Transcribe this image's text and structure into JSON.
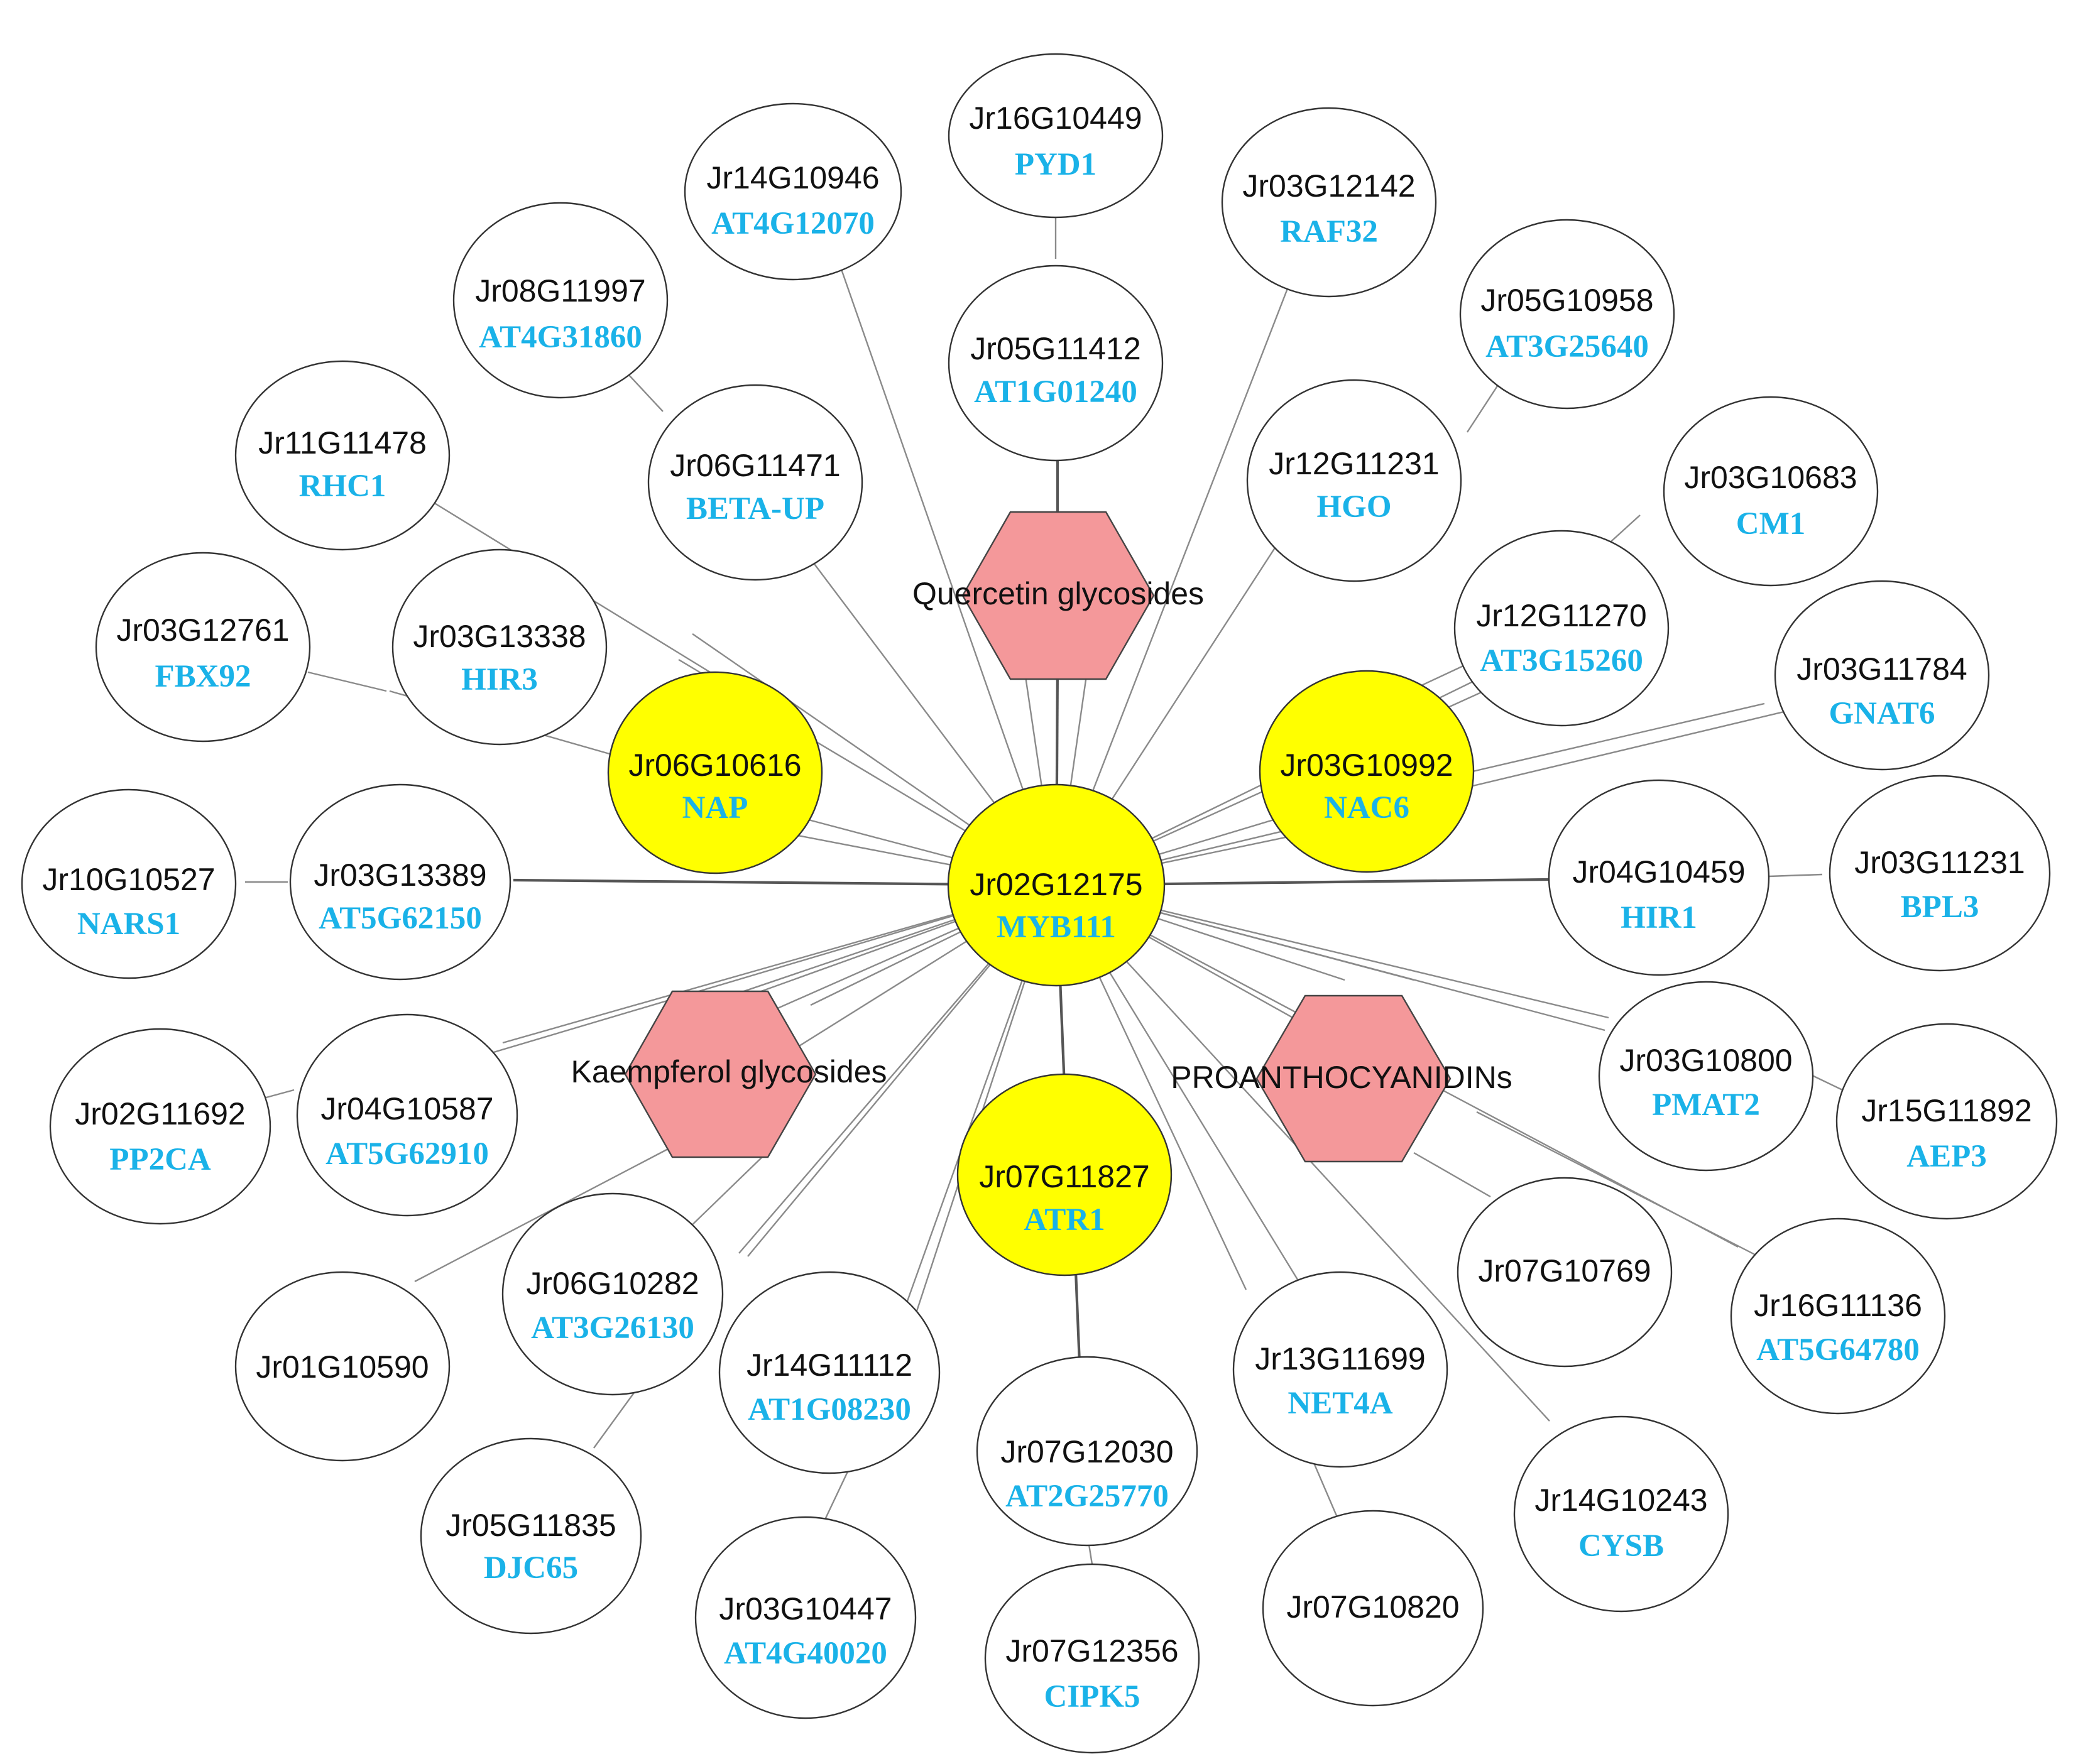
{
  "colors": {
    "hub_fill": "#ffff00",
    "metabolite_fill": "#f4989a",
    "gene_fill": "#ffffff",
    "symbol_text": "#1ab2e8",
    "id_text": "#111111"
  },
  "hub": {
    "id": "Jr02G12175",
    "symbol": "MYB111"
  },
  "tf_hubs": [
    {
      "id": "Jr06G10616",
      "symbol": "NAP"
    },
    {
      "id": "Jr03G10992",
      "symbol": "NAC6"
    },
    {
      "id": "Jr07G11827",
      "symbol": "ATR1"
    }
  ],
  "metabolites": [
    {
      "name": "Quercetin glycosides",
      "icon": "hexagon"
    },
    {
      "name": "Kaempferol glycosides",
      "icon": "hexagon"
    },
    {
      "name": "PROANTHOCYANIDINs",
      "icon": "hexagon"
    }
  ],
  "genes": [
    {
      "id": "Jr16G10449",
      "symbol": "PYD1"
    },
    {
      "id": "Jr05G11412",
      "symbol": "AT1G01240"
    },
    {
      "id": "Jr14G10946",
      "symbol": "AT4G12070"
    },
    {
      "id": "Jr03G12142",
      "symbol": "RAF32"
    },
    {
      "id": "Jr08G11997",
      "symbol": "AT4G31860"
    },
    {
      "id": "Jr05G10958",
      "symbol": "AT3G25640"
    },
    {
      "id": "Jr06G11471",
      "symbol": "BETA-UP"
    },
    {
      "id": "Jr12G11231",
      "symbol": "HGO"
    },
    {
      "id": "Jr11G11478",
      "symbol": "RHC1"
    },
    {
      "id": "Jr03G10683",
      "symbol": "CM1"
    },
    {
      "id": "Jr03G13338",
      "symbol": "HIR3"
    },
    {
      "id": "Jr12G11270",
      "symbol": "AT3G15260"
    },
    {
      "id": "Jr03G12761",
      "symbol": "FBX92"
    },
    {
      "id": "Jr03G11784",
      "symbol": "GNAT6"
    },
    {
      "id": "Jr10G10527",
      "symbol": "NARS1"
    },
    {
      "id": "Jr03G13389",
      "symbol": "AT5G62150"
    },
    {
      "id": "Jr04G10459",
      "symbol": "HIR1"
    },
    {
      "id": "Jr03G11231",
      "symbol": "BPL3"
    },
    {
      "id": "Jr02G11692",
      "symbol": "PP2CA"
    },
    {
      "id": "Jr04G10587",
      "symbol": "AT5G62910"
    },
    {
      "id": "Jr03G10800",
      "symbol": "PMAT2"
    },
    {
      "id": "Jr15G11892",
      "symbol": "AEP3"
    },
    {
      "id": "Jr07G10769",
      "symbol": ""
    },
    {
      "id": "Jr16G11136",
      "symbol": "AT5G64780"
    },
    {
      "id": "Jr06G10282",
      "symbol": "AT3G26130"
    },
    {
      "id": "Jr01G10590",
      "symbol": ""
    },
    {
      "id": "Jr14G11112",
      "symbol": "AT1G08230"
    },
    {
      "id": "Jr13G11699",
      "symbol": "NET4A"
    },
    {
      "id": "Jr07G12030",
      "symbol": "AT2G25770"
    },
    {
      "id": "Jr05G11835",
      "symbol": "DJC65"
    },
    {
      "id": "Jr14G10243",
      "symbol": "CYSB"
    },
    {
      "id": "Jr03G10447",
      "symbol": "AT4G40020"
    },
    {
      "id": "Jr07G12356",
      "symbol": "CIPK5"
    },
    {
      "id": "Jr07G10820",
      "symbol": ""
    }
  ]
}
